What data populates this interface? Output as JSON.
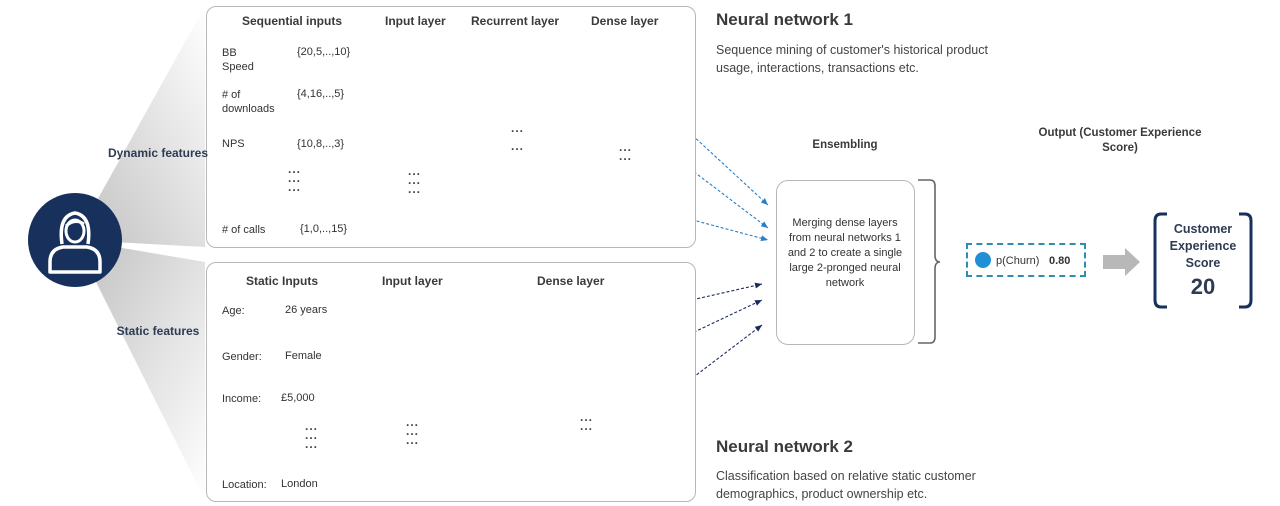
{
  "side_labels": {
    "dynamic": "Dynamic features",
    "static": "Static features"
  },
  "nn1": {
    "headers": {
      "inputs": "Sequential inputs",
      "input_layer": "Input layer",
      "recurrent_layer": "Recurrent layer",
      "dense_layer": "Dense layer"
    },
    "features": [
      {
        "name": "BB Speed",
        "values": "{20,5,..,10}"
      },
      {
        "name": "# of downloads",
        "values": "{4,16,..,5}"
      },
      {
        "name": "NPS",
        "values": "{10,8,..,3}"
      },
      {
        "name": "# of calls",
        "values": "{1,0,..,15}"
      }
    ],
    "title": "Neural network 1",
    "description": "Sequence mining of customer's historical product usage, interactions, transactions etc."
  },
  "nn2": {
    "headers": {
      "inputs": "Static Inputs",
      "input_layer": "Input layer",
      "dense_layer": "Dense layer"
    },
    "features": [
      {
        "name": "Age:",
        "values": "26 years"
      },
      {
        "name": "Gender:",
        "values": "Female"
      },
      {
        "name": "Income:",
        "values": "£5,000"
      },
      {
        "name": "Location:",
        "values": "London"
      }
    ],
    "title": "Neural network 2",
    "description": "Classification based on relative static customer demographics, product ownership etc."
  },
  "ellipsis": "...",
  "ensembling": {
    "title": "Ensembling",
    "text": "Merging dense layers from neural networks 1 and 2 to create a single large 2-pronged neural network"
  },
  "output": {
    "title": "Output (Customer Experience Score)",
    "churn_label": "p(Churn)",
    "churn_value": "0.80",
    "score_title": "Customer Experience Score",
    "score_value": "20"
  },
  "colors": {
    "navy": "#17305c",
    "orange_node": "#f5b31c",
    "green_node": "#72b043",
    "dark_node": "#3f4147",
    "light_blue_node": "#4fc3f7",
    "light_green_node": "#a8d08d",
    "arrow_blue": "#2a7fc4",
    "arrow_navy": "#1a2a5e",
    "loop_red": "#e53935"
  }
}
